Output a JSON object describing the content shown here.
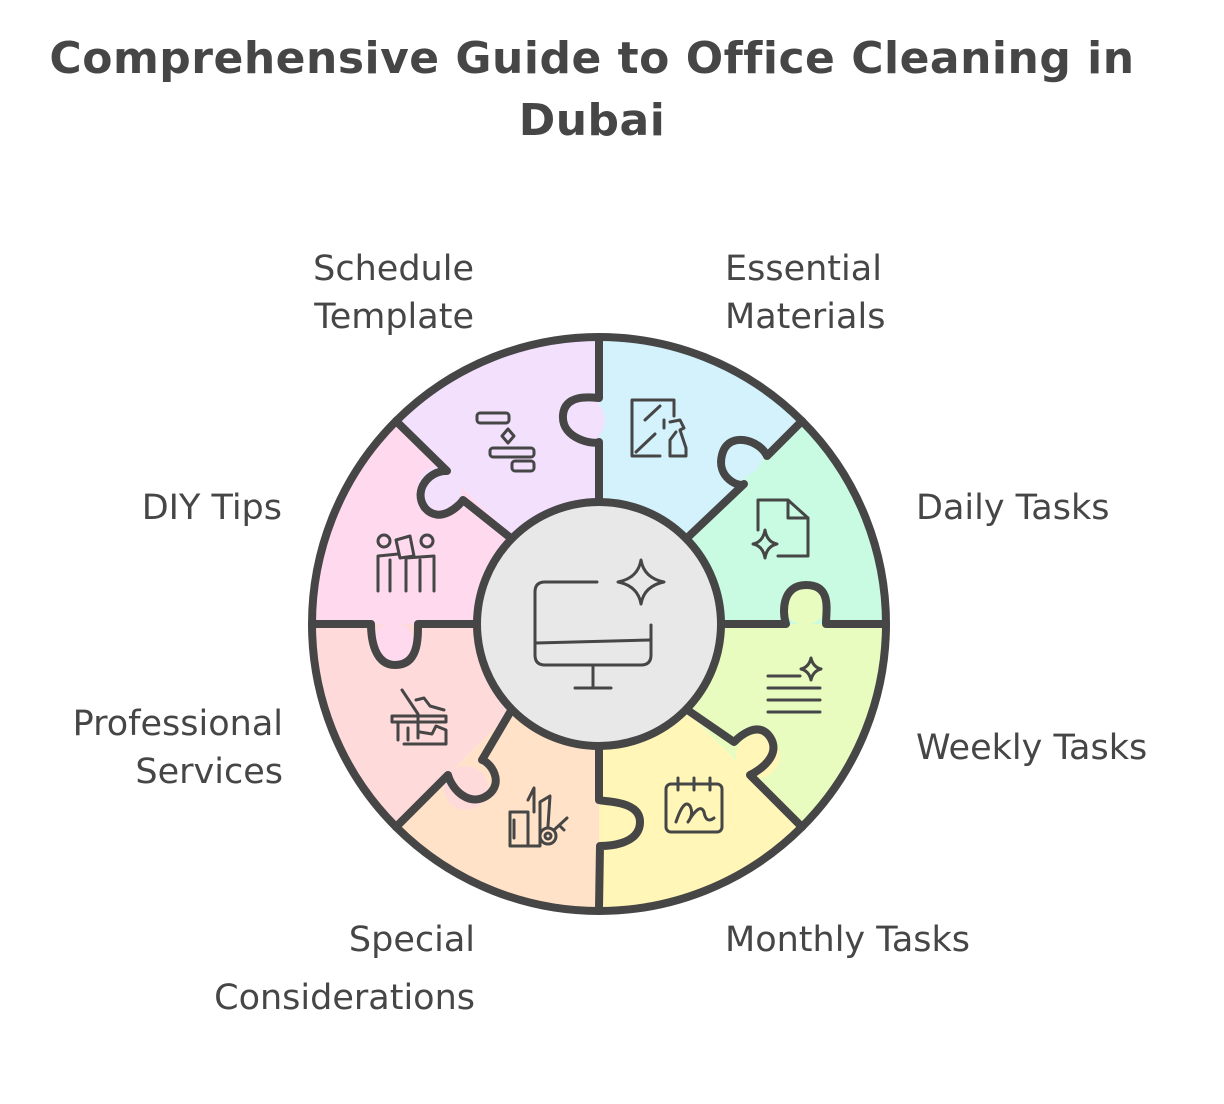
{
  "title": {
    "line1": "Comprehensive Guide to Office Cleaning in",
    "line2": "Dubai"
  },
  "center": {
    "icon": "monitor-sparkle-icon",
    "fill": "#e8e8e8"
  },
  "segments": [
    {
      "id": "essential-materials",
      "label_lines": [
        "Essential",
        "Materials"
      ],
      "icon": "window-spray-bottle-icon",
      "color": "#d3f2fc"
    },
    {
      "id": "daily-tasks",
      "label_lines": [
        "Daily Tasks"
      ],
      "icon": "document-sparkle-icon",
      "color": "#c9fbe3"
    },
    {
      "id": "weekly-tasks",
      "label_lines": [
        "Weekly Tasks"
      ],
      "icon": "list-sparkle-icon",
      "color": "#e8fcc0"
    },
    {
      "id": "monthly-tasks",
      "label_lines": [
        "Monthly Tasks"
      ],
      "icon": "calendar-signature-icon",
      "color": "#fff6b8"
    },
    {
      "id": "special-considerations",
      "label_lines": [
        "Special",
        "Considerations"
      ],
      "icon": "building-key-icon",
      "color": "#ffe2c8"
    },
    {
      "id": "professional-services",
      "label_lines": [
        "Professional",
        "Services"
      ],
      "icon": "vacuum-cleaner-icon",
      "color": "#ffdada"
    },
    {
      "id": "diy-tips",
      "label_lines": [
        "DIY Tips"
      ],
      "icon": "people-presenting-icon",
      "color": "#ffd9ee"
    },
    {
      "id": "schedule-template",
      "label_lines": [
        "Schedule",
        "Template"
      ],
      "icon": "gantt-schedule-icon",
      "color": "#f3e0fd"
    }
  ],
  "colors": {
    "stroke": "#464646",
    "text": "#464646",
    "background": "#ffffff"
  }
}
